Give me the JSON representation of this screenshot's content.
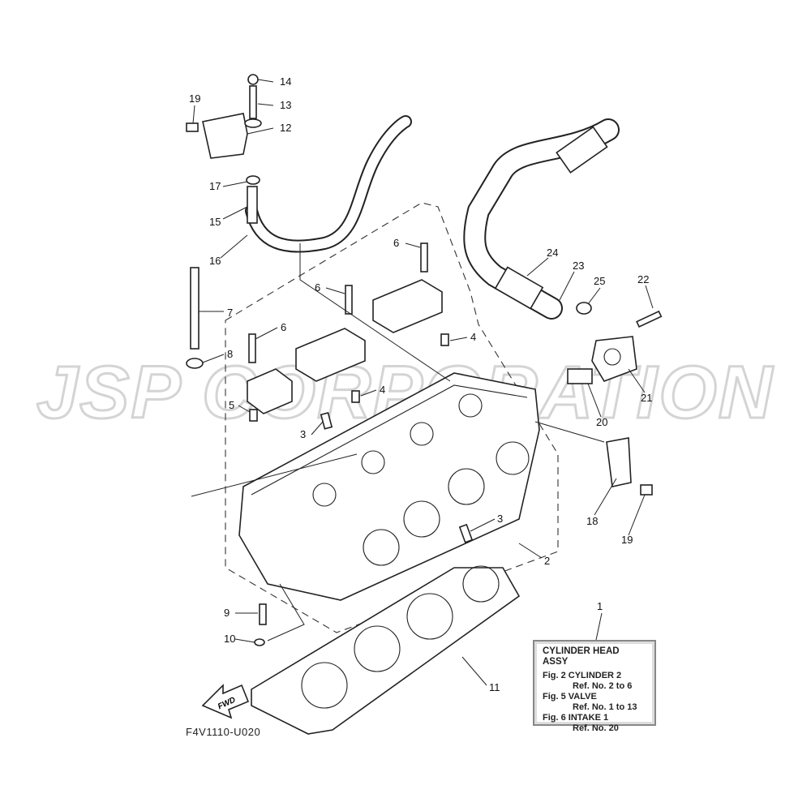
{
  "watermark": "JSP CORPORATION",
  "diagram_code": "F4V1110-U020",
  "fwd_label": "FWD",
  "info_box": {
    "title": "CYLINDER HEAD ASSY",
    "lines": [
      {
        "fig": "Fig. 2 CYLINDER 2",
        "ref": "Ref. No. 2 to 6"
      },
      {
        "fig": "Fig. 5 VALVE",
        "ref": "Ref. No. 1 to 13"
      },
      {
        "fig": "Fig. 6 INTAKE 1",
        "ref": "Ref. No. 20"
      }
    ]
  },
  "callouts": [
    "14",
    "13",
    "12",
    "19",
    "17",
    "15",
    "16",
    "6",
    "6",
    "7",
    "8",
    "6",
    "5",
    "4",
    "4",
    "3",
    "24",
    "23",
    "25",
    "22",
    "21",
    "20",
    "18",
    "19",
    "3",
    "2",
    "1",
    "9",
    "10",
    "11"
  ]
}
